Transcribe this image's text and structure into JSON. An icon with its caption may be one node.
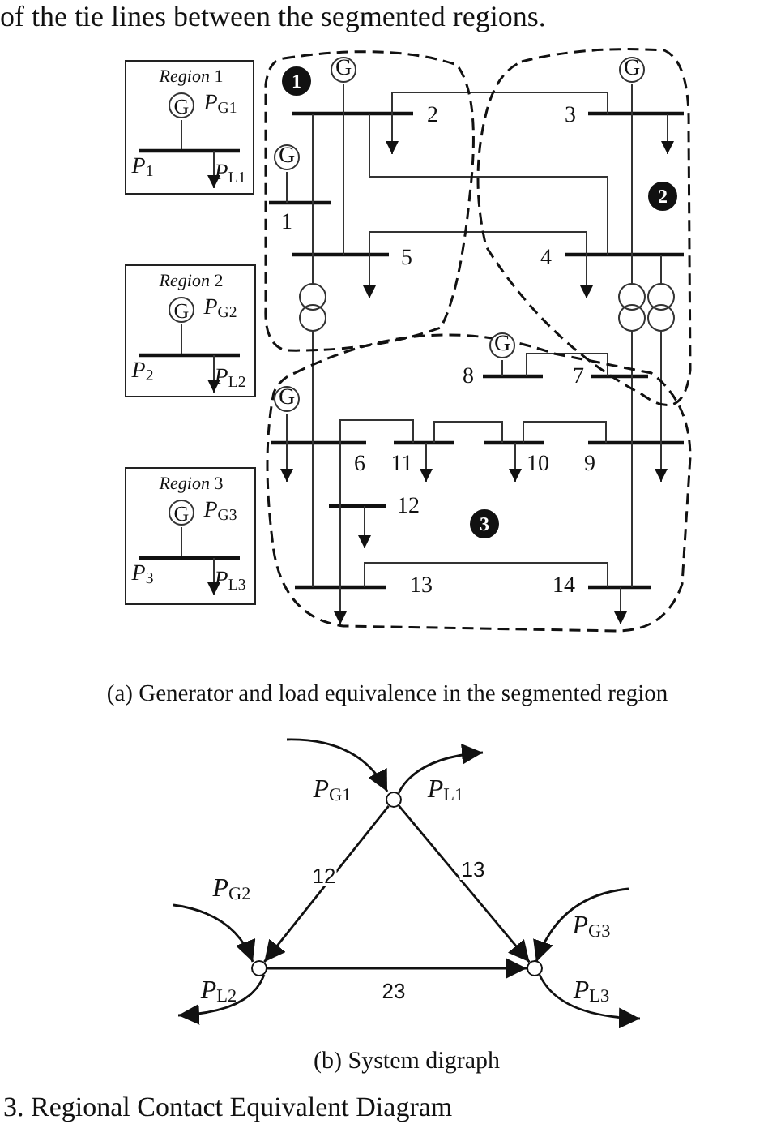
{
  "diagram": {
    "caption": "3. Regional Contact Equivalent Diagram",
    "nodes": [
      {
        "text": [
          "*Region* 1",
          "G",
          "*P*$_{G1}$",
          "*P*$_{1}$",
          "*P*$_{L1}$"
        ]
      },
      {
        "text": [
          "*Region* 2",
          "G",
          "*P*$_{G2}$",
          "*P*$_{2}$",
          "*P*$_{L2}$"
        ]
      },
      {
        "text": [
          "*Region* 3",
          "G",
          "*P*$_{G3}$",
          "*P*$_{3}$",
          "*P*$_{L3}$"
        ]
      },
      {
        "text": [],
        "shape": "circle"
      },
      {
        "text": [],
        "shape": "circle"
      },
      {
        "text": [],
        "shape": "circle"
      }
    ],
    "edges": [
      {
        "from": 3,
        "to": 4,
        "arrow": "to",
        "label": "12"
      },
      {
        "from": 3,
        "to": 5,
        "arrow": "to",
        "label": "13"
      },
      {
        "from": 4,
        "to": 5,
        "arrow": "to",
        "label": "23"
      },
      {
        "from": null,
        "to": 3,
        "arrow": "to",
        "label": "*P*$_{G1}$"
      },
      {
        "from": 3,
        "to": null,
        "arrow": "to",
        "label": "*P*$_{L1}$"
      },
      {
        "from": null,
        "to": 4,
        "arrow": "to",
        "label": "*P*$_{G2}$"
      },
      {
        "from": 4,
        "to": null,
        "arrow": "to",
        "label": "*P*$_{L2}$"
      },
      {
        "from": null,
        "to": 5,
        "arrow": "to",
        "label": "*P*$_{G3}$"
      },
      {
        "from": 5,
        "to": null,
        "arrow": "to",
        "label": "*P*$_{L3}$"
      }
    ],
    "labels": [
      "of the tie lines between the segmented regions.",
      "G",
      "G",
      "1",
      "2",
      "3",
      "G",
      "2",
      "1",
      "5",
      "4",
      "G",
      "8",
      "7",
      "G",
      "6",
      "11",
      "10",
      "9",
      "12",
      "3",
      "13",
      "14",
      "(a) Generator and load equivalence in the segmented region",
      "(b) System digraph"
    ]
  }
}
